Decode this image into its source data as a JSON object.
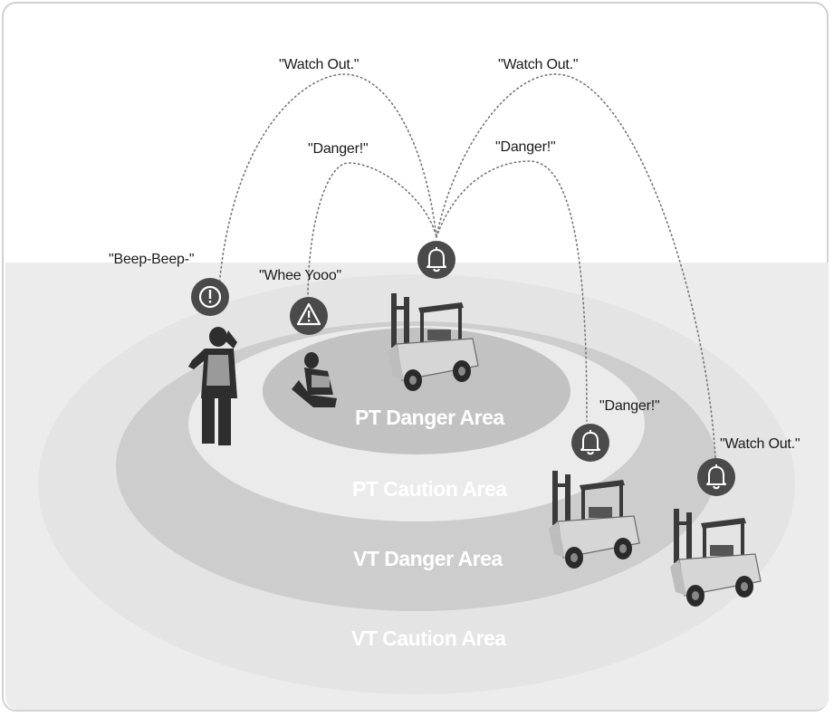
{
  "zones": {
    "pt_danger": "PT Danger Area",
    "pt_caution": "PT Caution Area",
    "vt_danger": "VT Danger Area",
    "vt_caution": "VT Caution Area"
  },
  "callouts": {
    "beep": "\"Beep-Beep-\"",
    "whee": "\"Whee Yooo\"",
    "watch_left": "\"Watch Out.\"",
    "watch_right": "\"Watch Out.\"",
    "danger_left": "\"Danger!\"",
    "danger_right": "\"Danger!\"",
    "danger_forklift": "\"Danger!\"",
    "watch_forklift": "\"Watch Out.\""
  },
  "icons": {
    "worker_alert": "exclamation-circle-icon",
    "kneeling_alert": "warning-triangle-icon",
    "central_alarm": "bell-icon",
    "middle_forklift_alarm": "bell-icon",
    "outer_forklift_alarm": "bell-icon"
  },
  "colors": {
    "zone_outer": "#e6e6e6",
    "zone_vt_danger": "#cfcfcf",
    "zone_pt_caution": "#e9e9e9",
    "zone_pt_danger": "#c4c4c4",
    "icon_fill": "#4a4a4a"
  }
}
